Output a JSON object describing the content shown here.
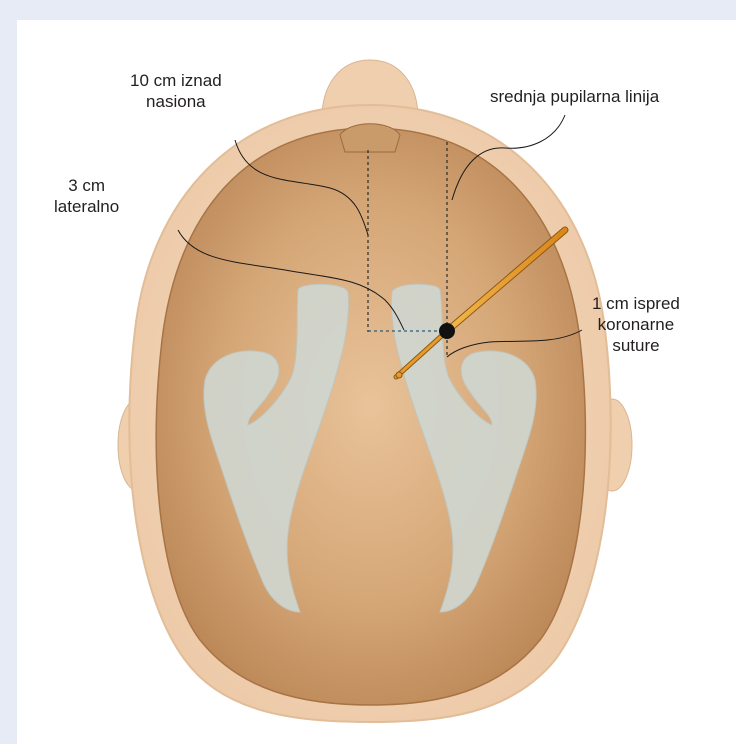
{
  "labels": {
    "nasion": [
      "10 cm iznad",
      "nasiona"
    ],
    "pupillary": "srednja pupilarna linija",
    "lateral": [
      "3 cm",
      "lateralno"
    ],
    "coronal": [
      "1 cm ispred",
      "koronarne",
      "suture"
    ]
  },
  "colors": {
    "background": "#e6ebf5",
    "panel": "#ffffff",
    "skull": "#d8ad7c",
    "ventricle": "#cfd6cf",
    "line": "#1a1a1a",
    "catheter": "#e89a2a",
    "text": "#231f20"
  }
}
